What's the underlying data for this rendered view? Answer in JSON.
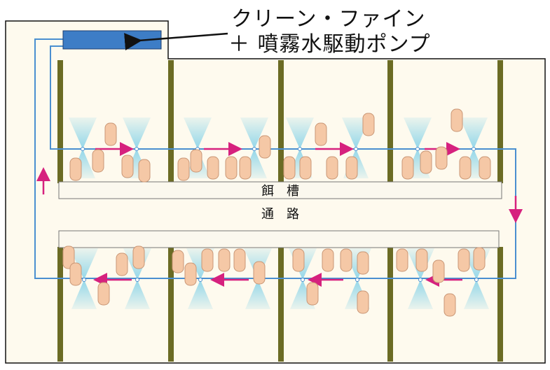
{
  "title": {
    "line1": "クリーン・ファイン",
    "line2": "＋ 噴霧水駆動ポンプ"
  },
  "labels": {
    "trough": "餌　槽",
    "aisle": "通　路"
  },
  "colors": {
    "barn_fill": "#fefaee",
    "pen_divider": "#6b6b24",
    "pipe": "#4a8fd0",
    "pump_fill": "#3d7dc6",
    "flow_arrow": "#d6217e",
    "spray": "#7fd0e8",
    "pig": "#f5c8a6",
    "pig_outline": "#c99675"
  },
  "icons": {
    "pump": "pump-box",
    "flow": "magenta-arrow",
    "nozzle": "spray-nozzle",
    "animal": "pig"
  }
}
